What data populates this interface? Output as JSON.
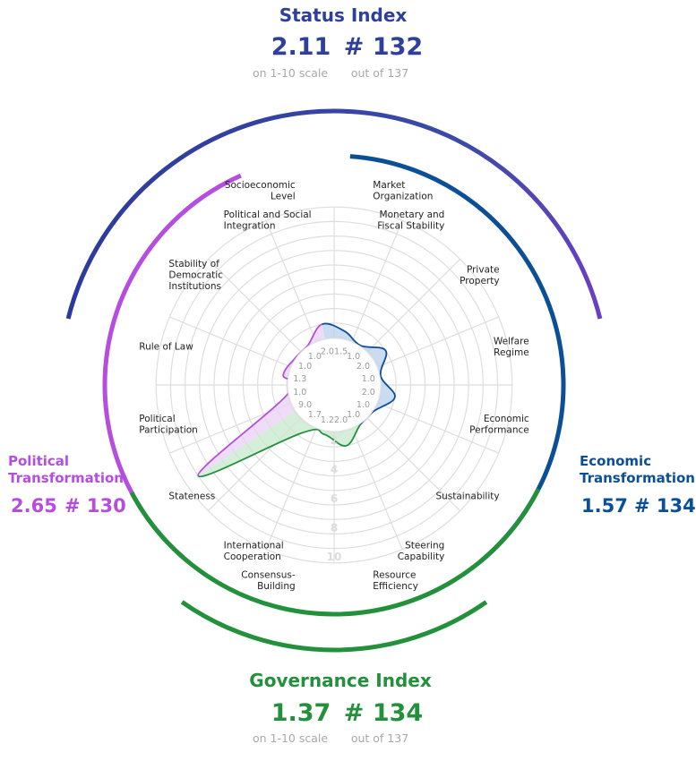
{
  "status_index": {
    "title": "Status Index",
    "score": "2.11",
    "rank": "# 132",
    "score_note": "on 1-10 scale",
    "rank_note": "out of 137"
  },
  "governance_index": {
    "title": "Governance Index",
    "score": "1.37",
    "rank": "# 134",
    "score_note": "on 1-10 scale",
    "rank_note": "out of 137"
  },
  "political": {
    "title_line1": "Political",
    "title_line2": "Transformation",
    "score": "2.65",
    "rank": "# 130"
  },
  "economic": {
    "title_line1": "Economic",
    "title_line2": "Transformation",
    "score": "1.57",
    "rank": "# 134"
  },
  "colors": {
    "status": "#2e3f9e",
    "governance": "#23913b",
    "political": "#b54ee0",
    "economic": "#0b4f96"
  },
  "chart_data": {
    "type": "radar",
    "scale": [
      1,
      10
    ],
    "ticks": [
      "2",
      "4",
      "6",
      "8",
      "10"
    ],
    "criteria": [
      {
        "label": [
          "Market",
          "Organization"
        ],
        "value": 1.5,
        "display": "1.5",
        "group": "economic"
      },
      {
        "label": [
          "Monetary and",
          "Fiscal Stability"
        ],
        "value": 1.0,
        "display": "1.0",
        "group": "economic"
      },
      {
        "label": [
          "Private",
          "Property"
        ],
        "value": 2.0,
        "display": "2.0",
        "group": "economic"
      },
      {
        "label": [
          "Welfare",
          "Regime"
        ],
        "value": 1.0,
        "display": "1.0",
        "group": "economic"
      },
      {
        "label": [
          "Economic",
          "Performance"
        ],
        "value": 2.0,
        "display": "2.0",
        "group": "economic"
      },
      {
        "label": [
          "Sustainability"
        ],
        "value": 1.0,
        "display": "1.0",
        "group": "economic"
      },
      {
        "label": [
          "Steering",
          "Capability"
        ],
        "value": 1.0,
        "display": "1.0",
        "group": "governance"
      },
      {
        "label": [
          "Resource",
          "Efficiency"
        ],
        "value": 2.0,
        "display": "2.0",
        "group": "governance"
      },
      {
        "label": [
          "Consensus-",
          "Building"
        ],
        "value": 1.2,
        "display": "1.2",
        "group": "governance"
      },
      {
        "label": [
          "International",
          "Cooperation"
        ],
        "value": 1.7,
        "display": "1.7",
        "group": "governance"
      },
      {
        "label": [
          "Stateness"
        ],
        "value": 9.0,
        "display": "9.0",
        "group": "political"
      },
      {
        "label": [
          "Political",
          "Participation"
        ],
        "value": 1.0,
        "display": "1.0",
        "group": "political"
      },
      {
        "label": [
          "Rule of Law"
        ],
        "value": 1.3,
        "display": "1.3",
        "group": "political"
      },
      {
        "label": [
          "Stability of",
          "Democratic",
          "Institutions"
        ],
        "value": 1.0,
        "display": "1.0",
        "group": "political"
      },
      {
        "label": [
          "Political and Social",
          "Integration"
        ],
        "value": 1.0,
        "display": "1.0",
        "group": "political"
      },
      {
        "label": [
          "Socioeconomic",
          "Level"
        ],
        "value": 2.0,
        "display": "2.0",
        "group": "status"
      }
    ]
  }
}
